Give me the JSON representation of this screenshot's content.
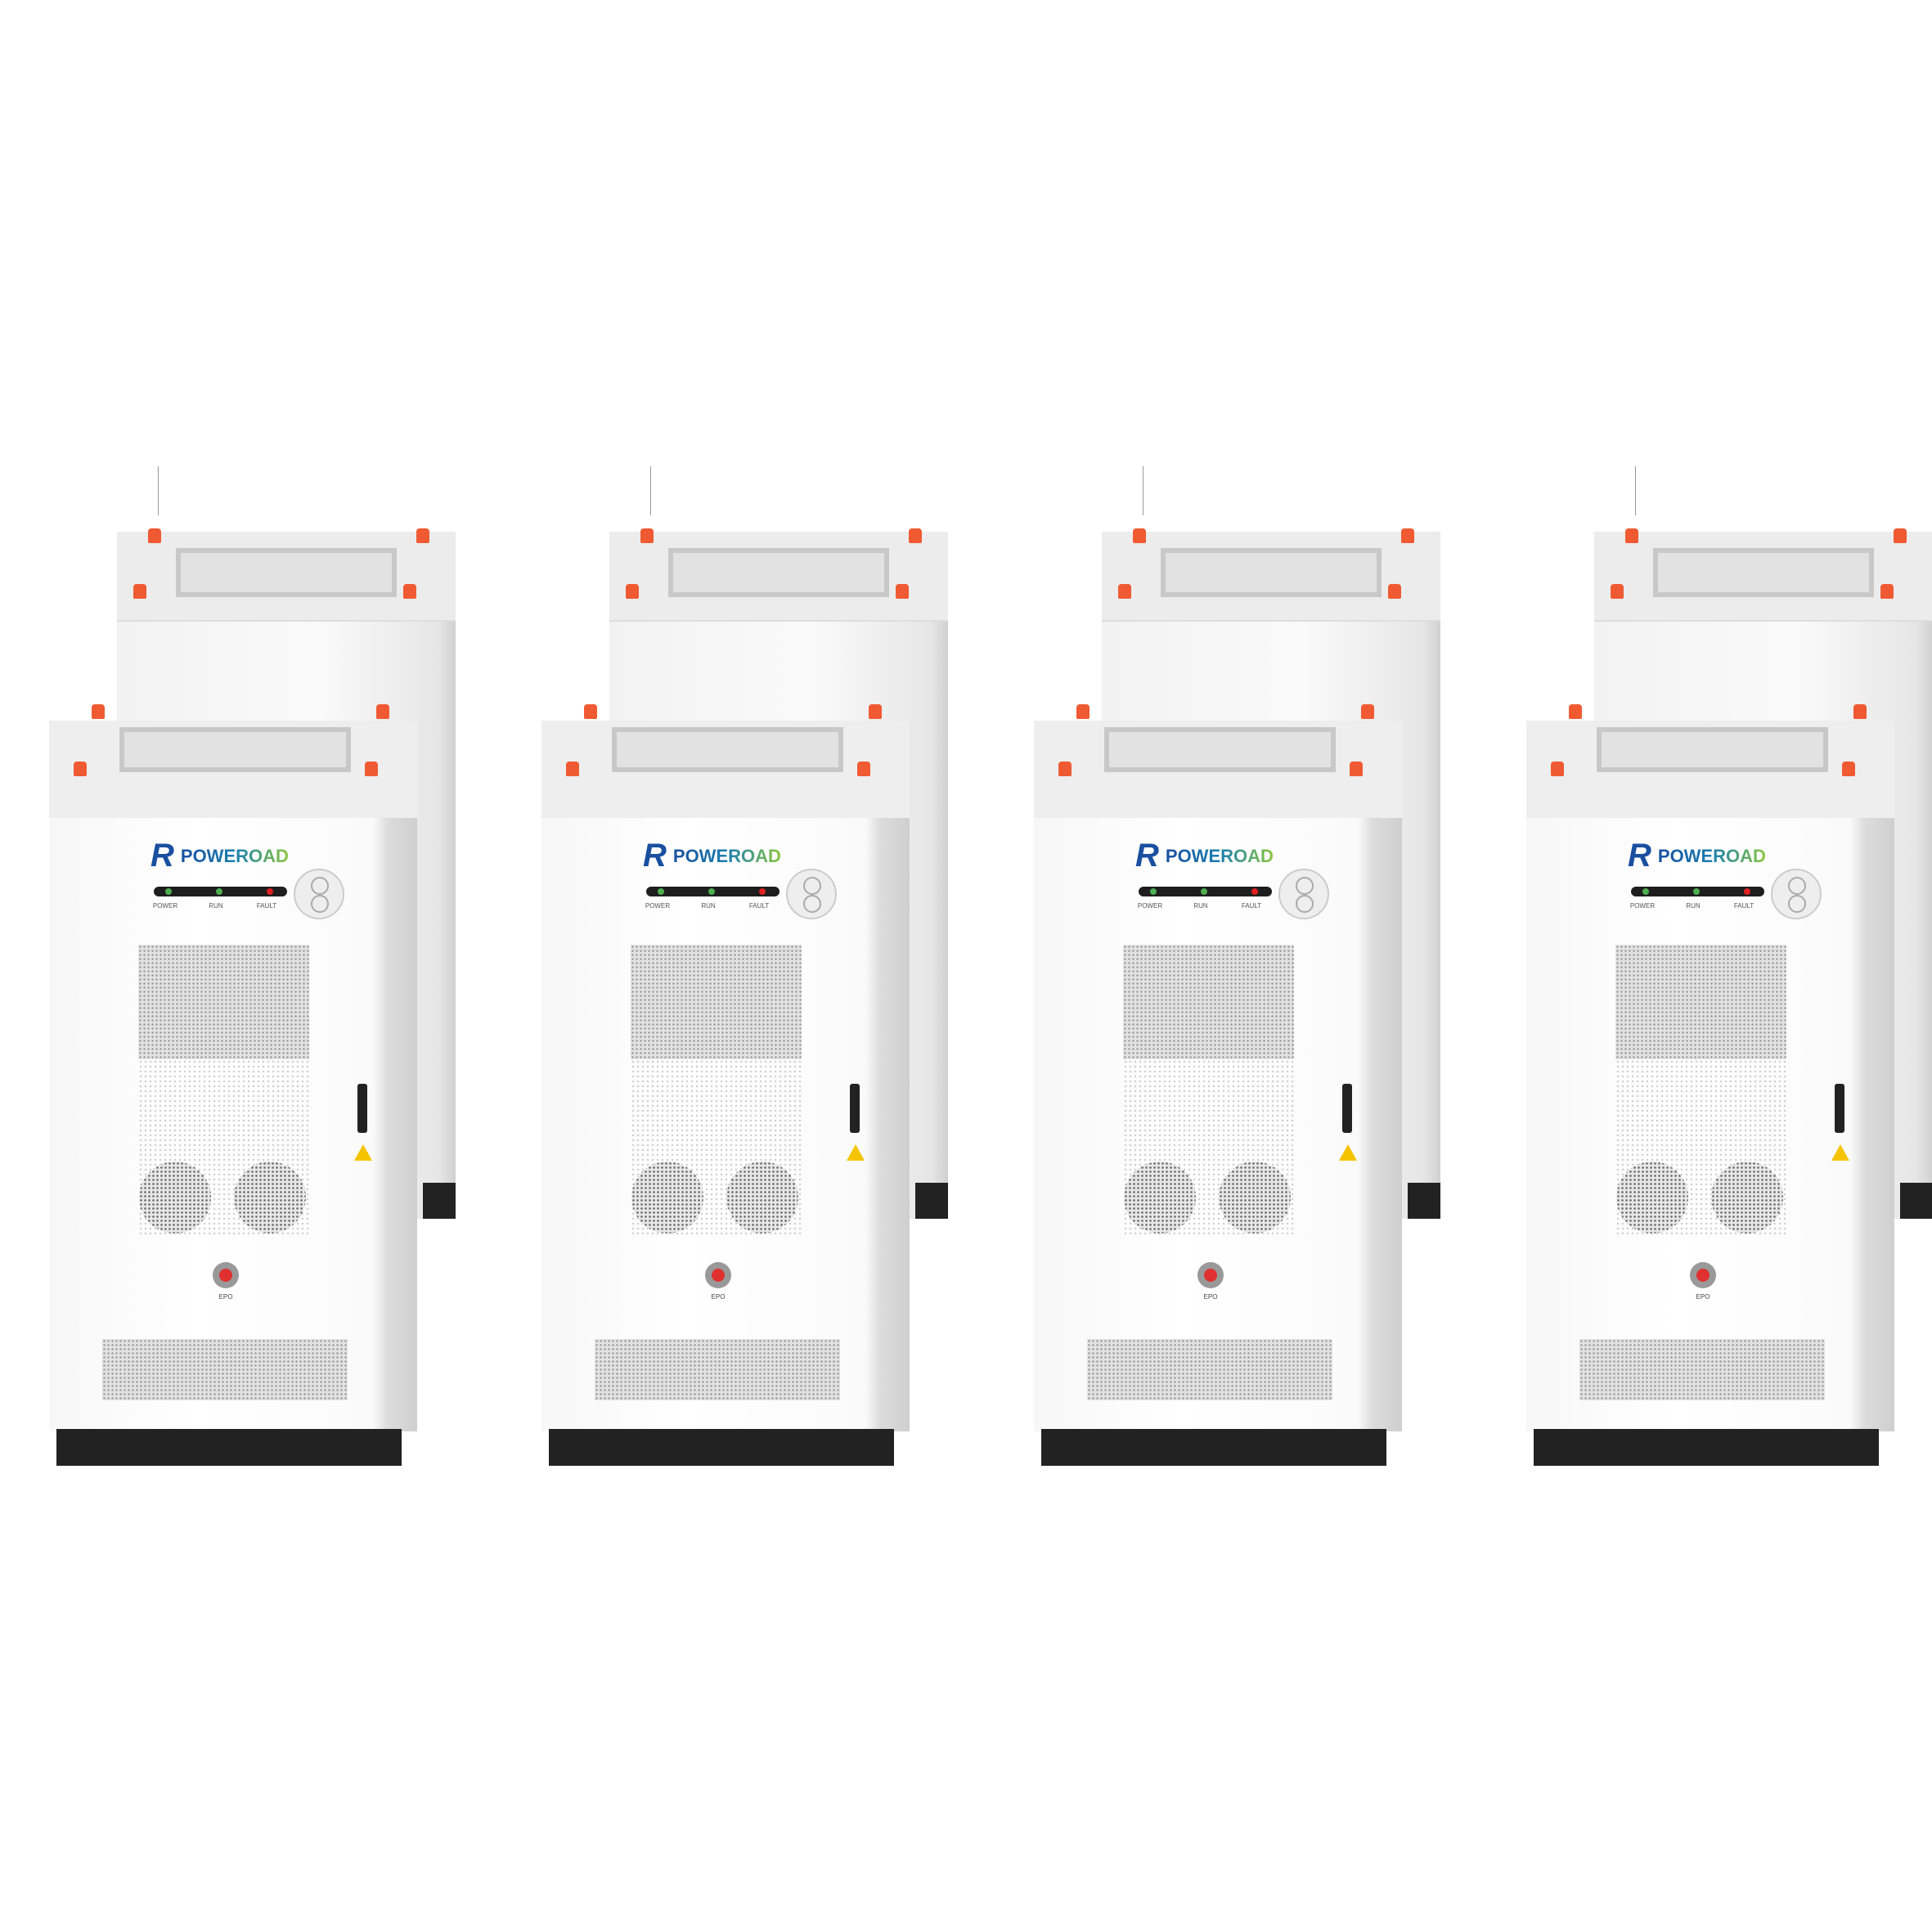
{
  "brand": "POWEROAD",
  "logo_mark": "R",
  "indicators": [
    {
      "label": "POWER",
      "color": "#4caf50"
    },
    {
      "label": "RUN",
      "color": "#4caf50"
    },
    {
      "label": "FAULT",
      "color": "#e02020"
    }
  ],
  "epo_label": "EPO",
  "cabinet_count": 4
}
